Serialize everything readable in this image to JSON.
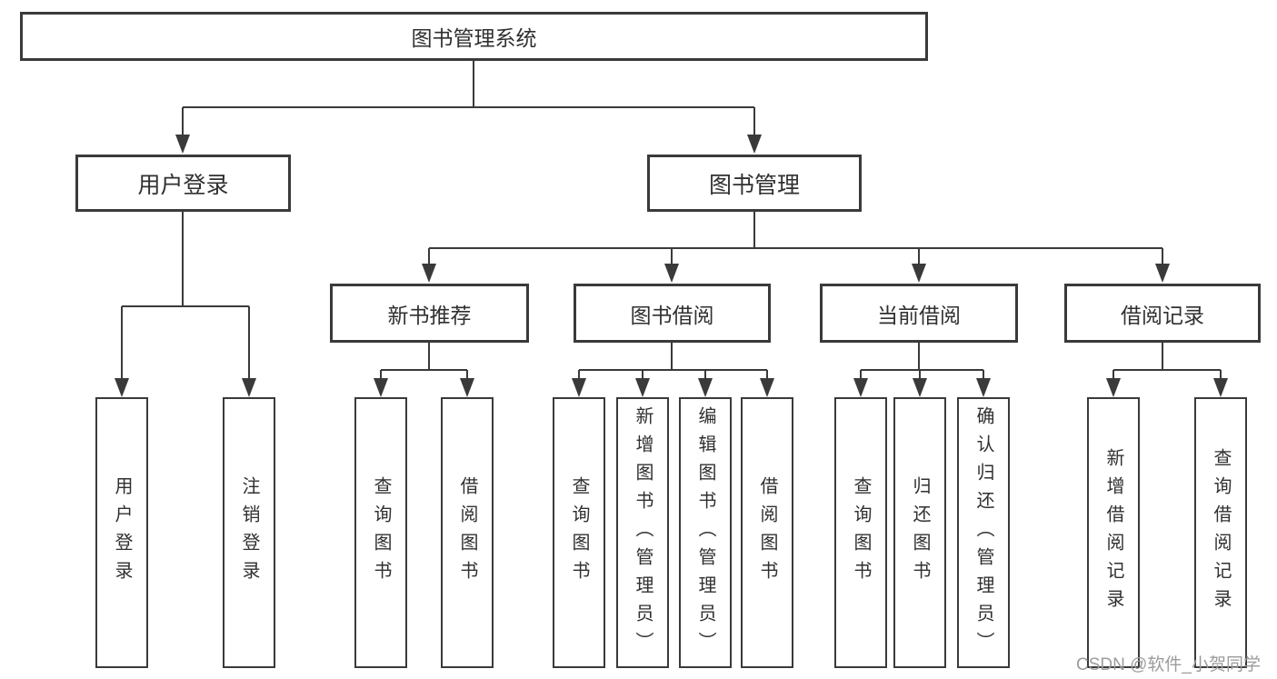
{
  "tree": {
    "root": "图书管理系统",
    "branches": [
      {
        "label": "用户登录",
        "leaves": [
          "用户登录",
          "注销登录"
        ]
      },
      {
        "label": "图书管理",
        "sections": [
          {
            "label": "新书推荐",
            "leaves": [
              "查询图书",
              "借阅图书"
            ]
          },
          {
            "label": "图书借阅",
            "leaves": [
              "查询图书",
              "新增图书（管理员）",
              "编辑图书（管理员）",
              "借阅图书"
            ]
          },
          {
            "label": "当前借阅",
            "leaves": [
              "查询图书",
              "归还图书",
              "确认归还（管理员）"
            ]
          },
          {
            "label": "借阅记录",
            "leaves": [
              "新增借阅记录",
              "查询借阅记录"
            ]
          }
        ]
      }
    ]
  },
  "watermark": {
    "text": "CSDN @软件_小贺同学"
  },
  "colors": {
    "line": "#3a3a3a",
    "text": "#303030",
    "watermark": "#9c9c9c",
    "box_bg": "#ffffff"
  }
}
